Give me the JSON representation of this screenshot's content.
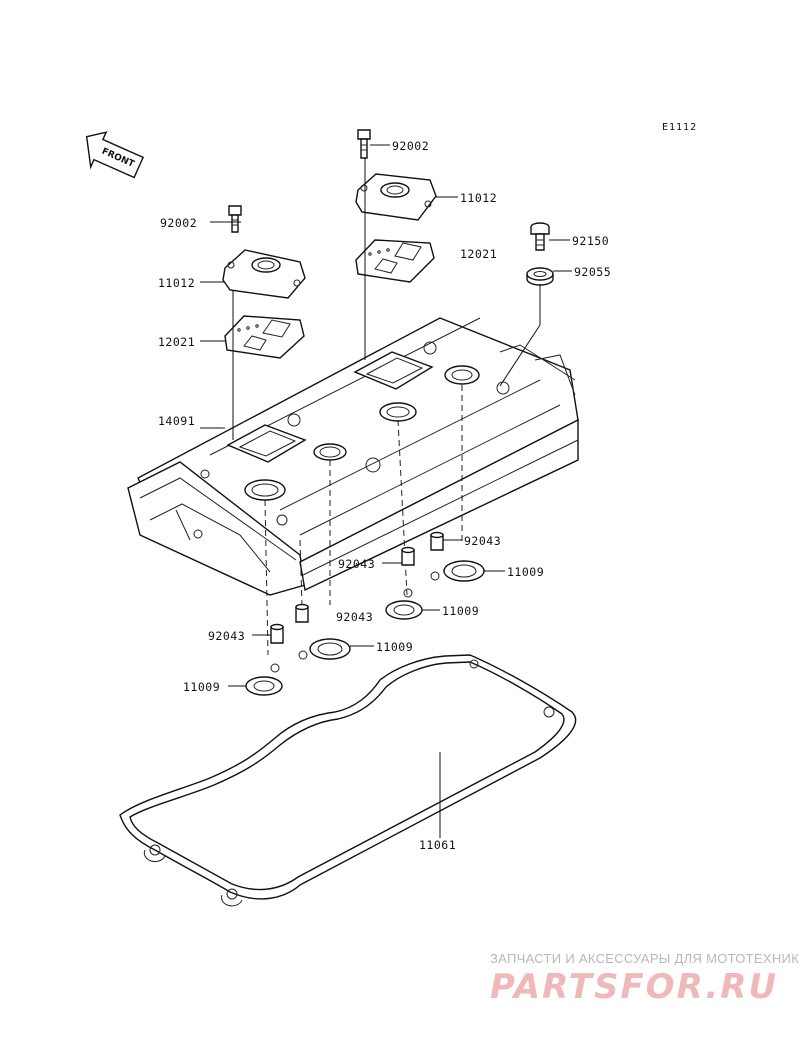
{
  "diagram": {
    "ref_code": "E1112",
    "front_label": "FRONT",
    "parts": {
      "bolt_left": "92002",
      "bolt_right": "92002",
      "cap_left": "11012",
      "cap_right": "11012",
      "seal_left": "12021",
      "seal_right": "12021",
      "cover": "14091",
      "bolt_92150": "92150",
      "washer_92055": "92055",
      "dowel_a": "92043",
      "dowel_b": "92043",
      "dowel_c": "92043",
      "dowel_d": "92043",
      "gasket_a": "11009",
      "gasket_b": "11009",
      "gasket_c": "11009",
      "gasket_d": "11009",
      "head_gasket": "11061"
    }
  },
  "watermark": {
    "tagline": "ЗАПЧАСТИ И АКСЕССУАРЫ ДЛЯ МОТОТЕХНИКИ",
    "brand": "PARTSFOR.RU"
  }
}
